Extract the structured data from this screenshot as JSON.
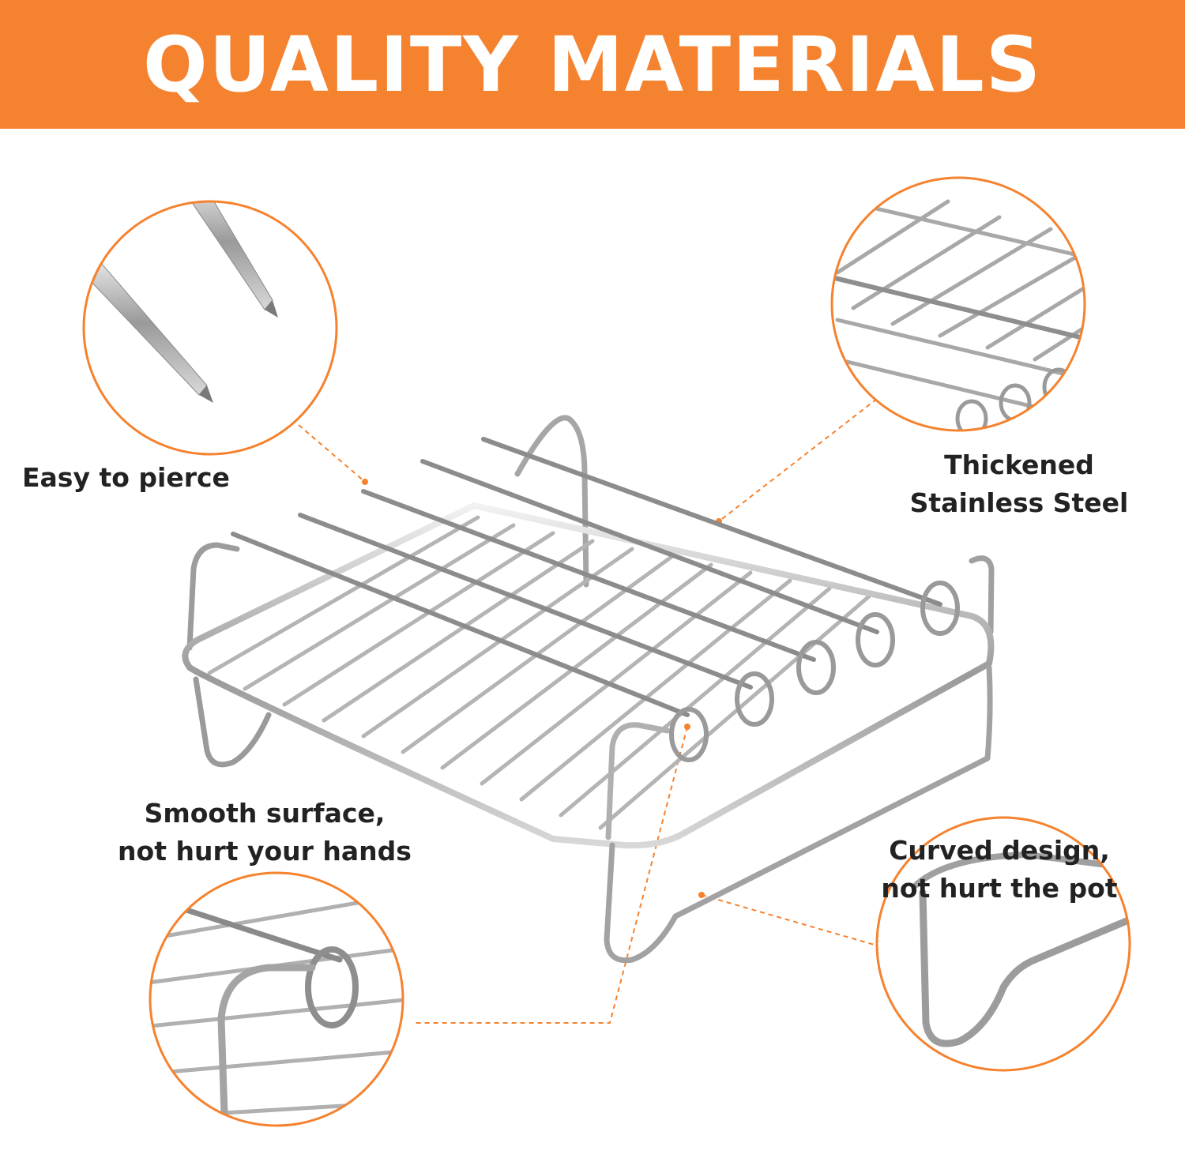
{
  "banner": {
    "title": "QUALITY MATERIALS",
    "background_color": "#f5822e",
    "text_color": "#ffffff"
  },
  "callouts": {
    "pierce": {
      "line1": "Easy to pierce"
    },
    "steel": {
      "line1": "Thickened",
      "line2": "Stainless Steel"
    },
    "smooth": {
      "line1": "Smooth surface,",
      "line2": "not hurt your hands"
    },
    "curved": {
      "line1": "Curved design,",
      "line2": "not hurt the pot"
    }
  },
  "accent_color": "#f5822e",
  "icons": [
    "skewer-tip-detail",
    "wire-grid-detail",
    "ring-handle-detail",
    "curved-leg-detail",
    "skewer-rack-product"
  ]
}
